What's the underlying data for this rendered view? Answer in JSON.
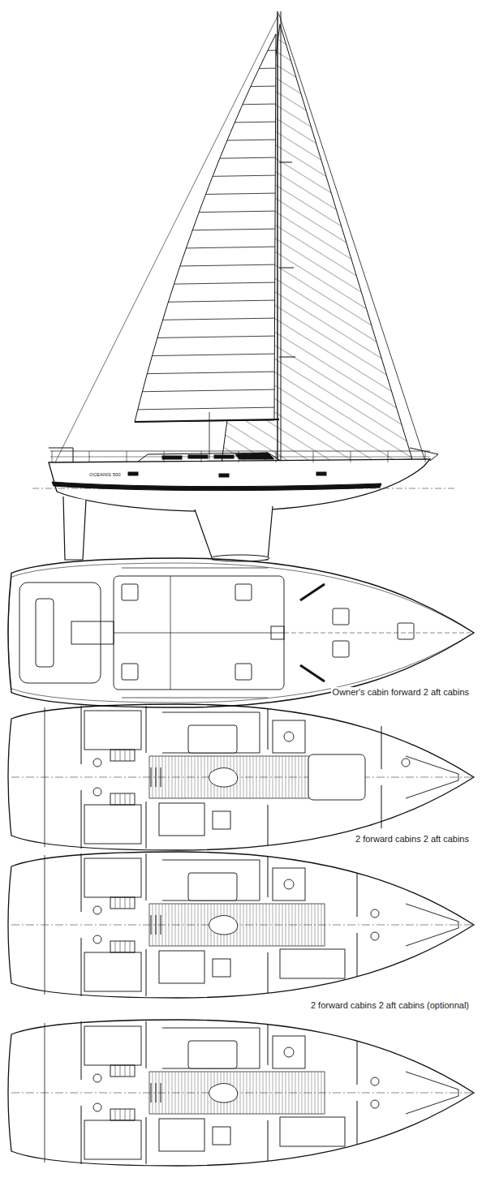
{
  "diagram": {
    "labels": [
      "OCEANIS 500",
      "Owner's cabin forward 2 aft cabins",
      "2 forward cabins 2 aft cabins",
      "2 forward cabins 2 aft cabins (optionnal)"
    ]
  }
}
